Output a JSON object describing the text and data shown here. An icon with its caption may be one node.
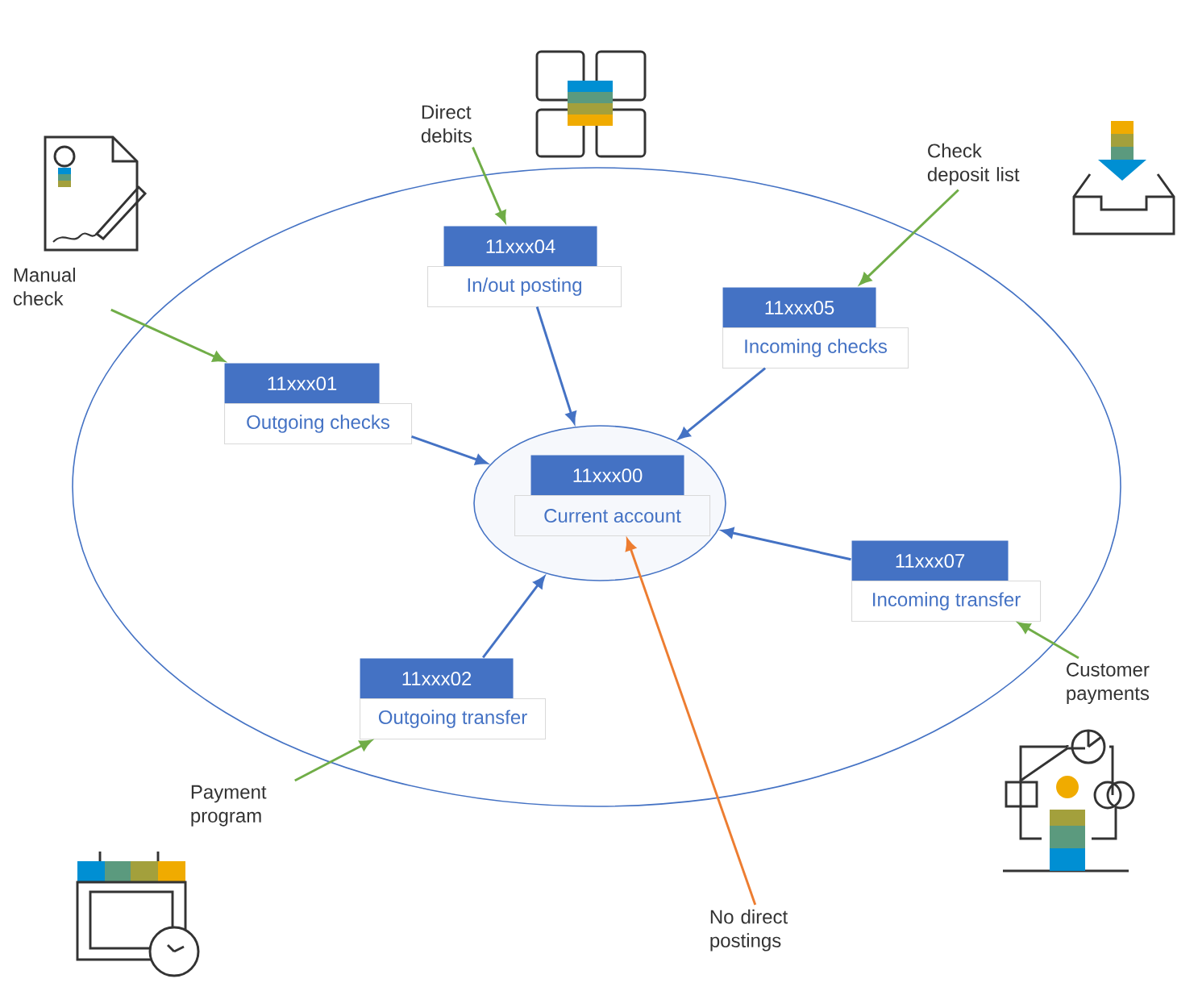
{
  "diagram": {
    "nodes": [
      {
        "text": [],
        "shape": "ellipse"
      },
      {
        "text": [
          "Direct debits"
        ]
      },
      {
        "text": [
          "Check deposit list"
        ]
      },
      {
        "text": [
          "11xxx04",
          "In/out posting"
        ],
        "in": 0
      },
      {
        "text": [
          "Manual check"
        ]
      },
      {
        "text": [
          "11xxx05",
          "Incoming checks"
        ],
        "in": 0
      },
      {
        "text": [
          "11xxx01",
          "Outgoing checks"
        ],
        "in": 0
      },
      {
        "text": [],
        "shape": "ellipse",
        "in": 0
      },
      {
        "text": [
          "11xxx00",
          "Current account"
        ],
        "in": 7
      },
      {
        "text": [
          "11xxx07",
          "Incoming transfer"
        ],
        "in": 0
      },
      {
        "text": [
          "Customer payments"
        ]
      },
      {
        "text": [
          "11xxx02",
          "Outgoing transfer"
        ],
        "in": 0
      },
      {
        "text": [
          "Payment program"
        ]
      },
      {
        "text": [
          "No direct postings"
        ]
      }
    ],
    "edges": [
      {
        "from": 1,
        "to": 3,
        "arrow": "to",
        "color": "#70ad47"
      },
      {
        "from": 2,
        "to": 5,
        "arrow": "to",
        "color": "#70ad47"
      },
      {
        "from": 4,
        "to": 6,
        "arrow": "to",
        "color": "#70ad47"
      },
      {
        "from": 10,
        "to": 9,
        "arrow": "to",
        "color": "#70ad47"
      },
      {
        "from": 12,
        "to": 11,
        "arrow": "to",
        "color": "#70ad47"
      },
      {
        "from": 13,
        "to": 8,
        "arrow": "to",
        "color": "#ed7d31"
      },
      {
        "from": 3,
        "to": 7,
        "arrow": "to",
        "color": "#4472c4"
      },
      {
        "from": 5,
        "to": 7,
        "arrow": "to",
        "color": "#4472c4"
      },
      {
        "from": 6,
        "to": 7,
        "arrow": "to",
        "color": "#4472c4"
      },
      {
        "from": 9,
        "to": 7,
        "arrow": "to",
        "color": "#4472c4"
      },
      {
        "from": 11,
        "to": 7,
        "arrow": "to",
        "color": "#4472c4"
      }
    ]
  }
}
